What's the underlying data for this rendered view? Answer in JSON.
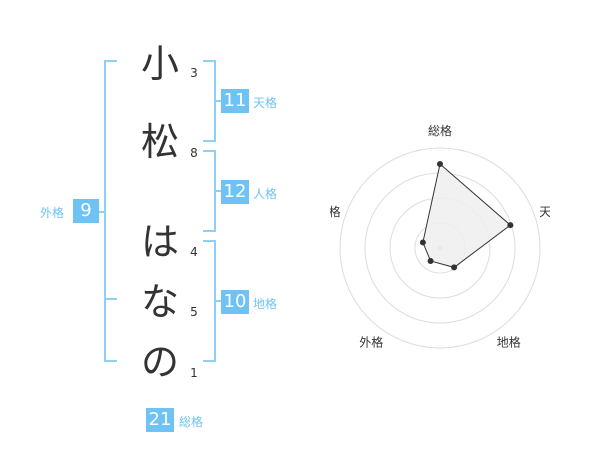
{
  "name_chars": [
    {
      "char": "小",
      "strokes": "3"
    },
    {
      "char": "松",
      "strokes": "8"
    },
    {
      "char": "は",
      "strokes": "4"
    },
    {
      "char": "な",
      "strokes": "5"
    },
    {
      "char": "の",
      "strokes": "1"
    }
  ],
  "fortunes": {
    "tenkaku": {
      "value": "11",
      "label": "天格"
    },
    "jinkaku": {
      "value": "12",
      "label": "人格"
    },
    "chikaku": {
      "value": "10",
      "label": "地格"
    },
    "gaikaku": {
      "value": "9",
      "label": "外格"
    },
    "soukaku": {
      "value": "21",
      "label": "総格"
    }
  },
  "colors": {
    "accent": "#6ec3f4",
    "bracket": "#8fd0f6",
    "text": "#333333"
  },
  "chart_data": {
    "type": "radar",
    "axes": [
      "総格",
      "天格",
      "地格",
      "外格",
      "人格"
    ],
    "values": [
      4.2,
      3.7,
      1.2,
      0.8,
      0.9
    ],
    "rmax": 5,
    "rings": 4,
    "grid": true
  }
}
